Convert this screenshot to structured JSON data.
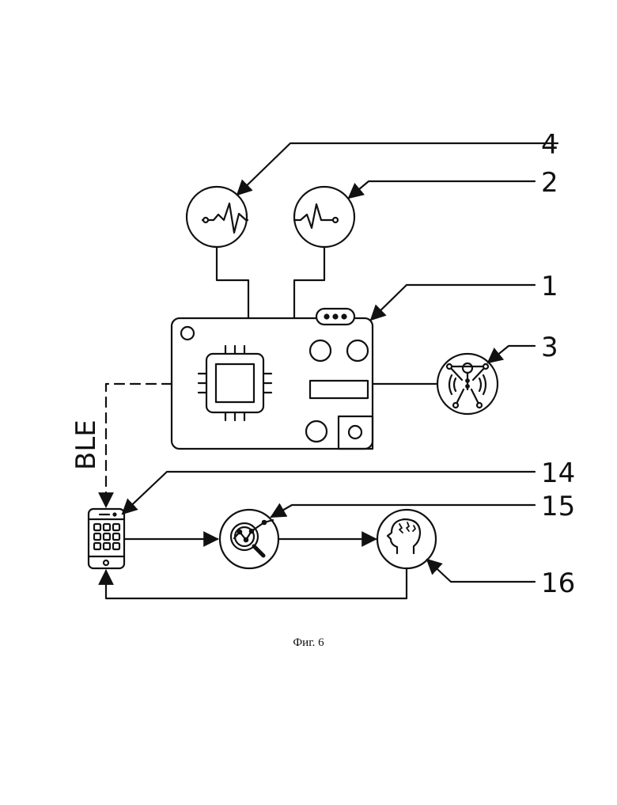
{
  "labels": {
    "ref_4": "4",
    "ref_2": "2",
    "ref_1": "1",
    "ref_3": "3",
    "ref_14": "14",
    "ref_15": "15",
    "ref_16": "16",
    "ble": "BLE"
  },
  "caption": "Фиг. 6",
  "icons": {
    "sensor_4": "pulse-sensor-icon",
    "sensor_2": "pulse-sensor-icon",
    "board_1": "circuit-board-icon",
    "device_3": "body-vibration-icon",
    "phone_14": "smartphone-icon",
    "analysis_15": "data-analysis-icon",
    "brain_16": "head-brain-icon"
  }
}
